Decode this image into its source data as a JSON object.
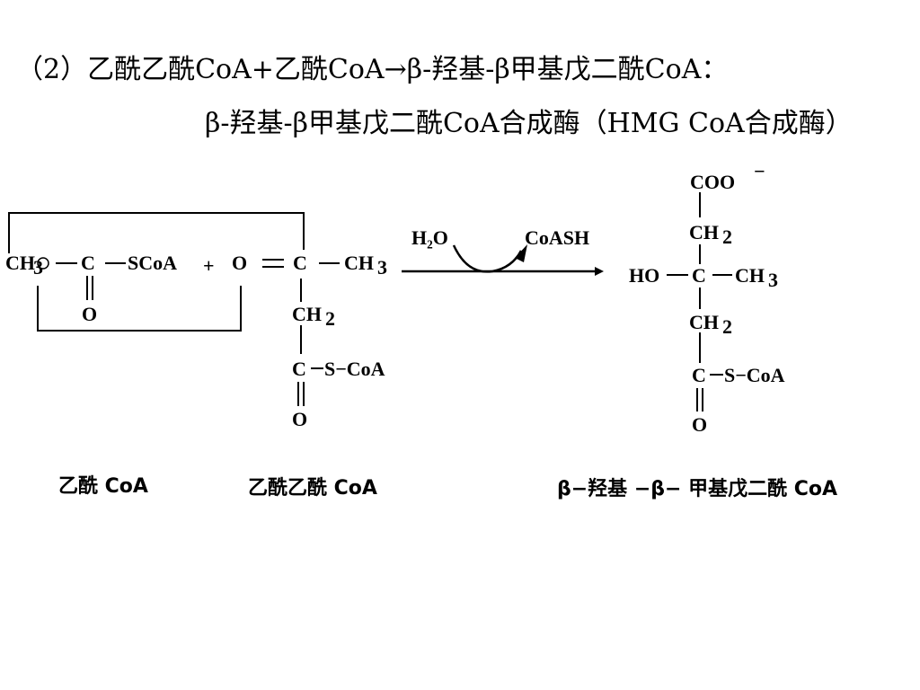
{
  "header": {
    "line1": "（2）乙酰乙酰CoA+乙酰CoA→β-羟基-β甲基戊二酰CoA：",
    "line2": "β-羟基-β甲基戊二酰CoA合成酶（HMG CoA合成酶）"
  },
  "diagram": {
    "acetyl_coa": {
      "ch3": "CH",
      "c": "C",
      "scoa": "SCoA",
      "o": "O",
      "caption": "乙酰 CoA"
    },
    "plus": "+",
    "acetoacetyl_coa": {
      "o": "O",
      "c1": "C",
      "ch3": "CH",
      "ch2": "CH",
      "c2": "C",
      "s_coa": "S−CoA",
      "o2": "O",
      "caption": "乙酰乙酰 CoA"
    },
    "reagents": {
      "h2o": "H₂O",
      "coash": "CoASH"
    },
    "product": {
      "coo": "COO",
      "ch2a": "CH",
      "ho": "HO",
      "c": "C",
      "ch3": "CH",
      "ch2b": "CH",
      "c2": "C",
      "s_coa": "S−CoA",
      "o": "O",
      "caption": "β−羟基 −β− 甲基戊二酰 CoA"
    }
  }
}
